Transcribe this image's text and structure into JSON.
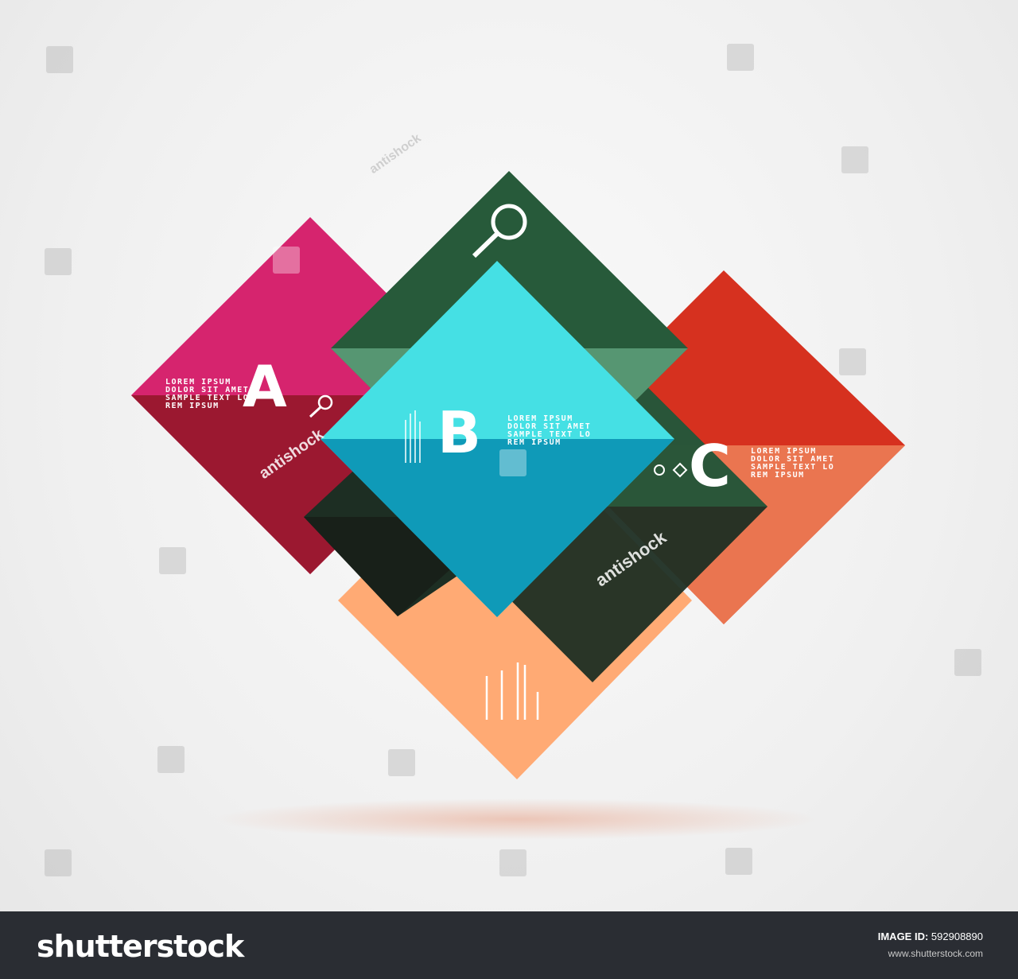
{
  "labels": {
    "a": {
      "letter": "A",
      "text": "LOREM IPSUM\nDOLOR SIT AMET\nSAMPLE TEXT LO\nREM IPSUM"
    },
    "b": {
      "letter": "B",
      "text": "LOREM IPSUM\nDOLOR SIT AMET\nSAMPLE TEXT LO\nREM IPSUM"
    },
    "c": {
      "letter": "C",
      "text": "LOREM IPSUM\nDOLOR SIT AMET\nSAMPLE TEXT LO\nREM IPSUM"
    }
  },
  "watermarks": {
    "author": "antishock"
  },
  "colors": {
    "magenta": "#d6246e",
    "magenta_dark": "#9b1830",
    "green": "#275a3a",
    "green_dark": "#1d2e23",
    "cyan": "#45e0e4",
    "cyan_dark": "#0f9ab8",
    "red": "#d6311f",
    "red_light": "#ea7550",
    "orange": "#ffaa74"
  },
  "footer": {
    "logo": "shutterstock",
    "image_id_label": "IMAGE ID:",
    "image_id": "592908890",
    "site": "www.shutterstock.com"
  }
}
